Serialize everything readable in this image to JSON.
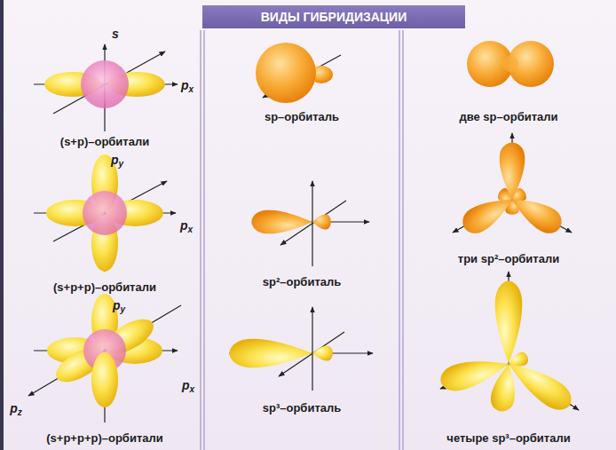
{
  "diagram": {
    "title": "ВИДЫ ГИБРИДИЗАЦИИ",
    "labels": [
      "s",
      "px",
      "(s+p)–орбитали",
      "py",
      "px",
      "(s+p+p)–орбитали",
      "py",
      "pz",
      "px",
      "(s+p+p+p)–орбитали",
      "sp–орбиталь",
      "sp²–орбиталь",
      "sp³–орбиталь",
      "две sp–орбитали",
      "три sp²–орбитали",
      "четыре sp³–орбитали"
    ]
  }
}
